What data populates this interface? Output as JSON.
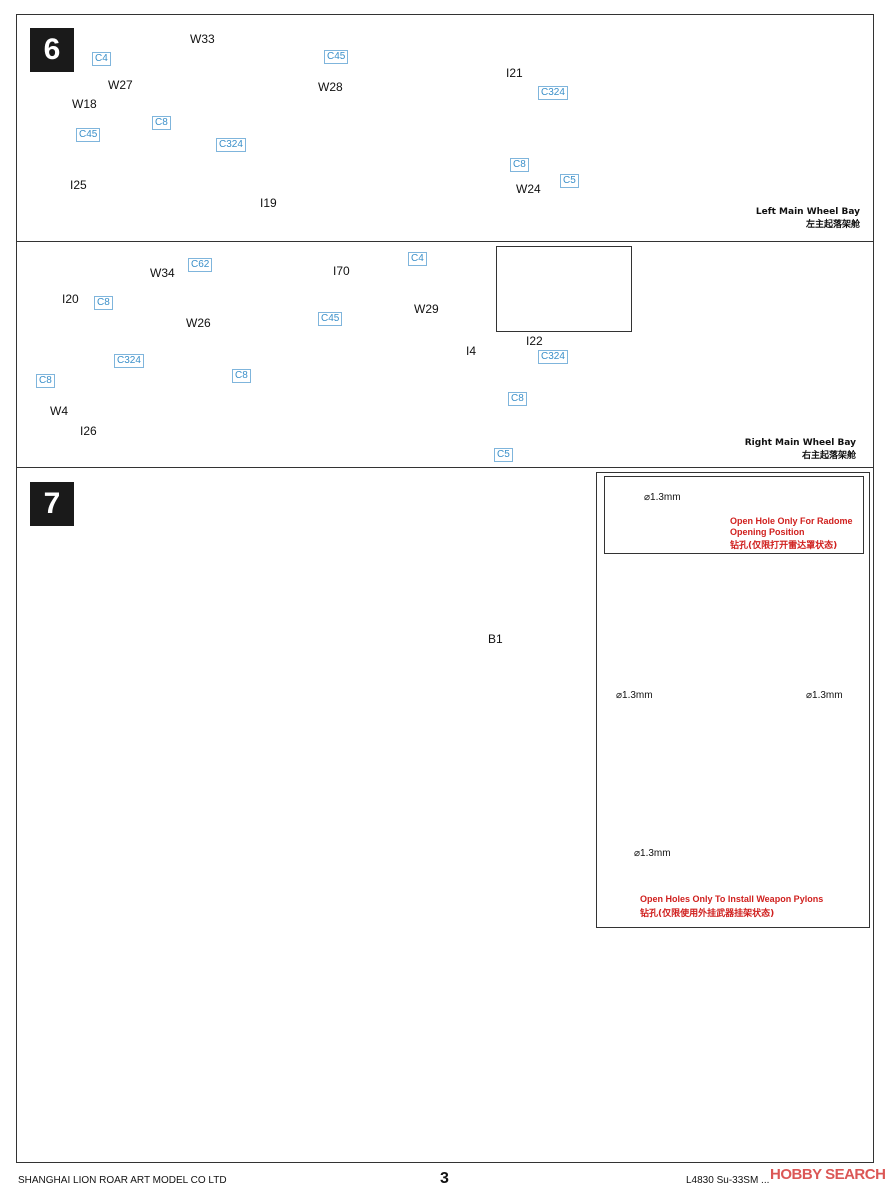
{
  "step6": {
    "number": "6",
    "left_bay": {
      "parts": {
        "w33": "W33",
        "w27": "W27",
        "w18": "W18",
        "i25": "I25",
        "i19": "I19"
      },
      "glue": {
        "c4": "C4",
        "c8": "C8",
        "c45": "C45",
        "c324": "C324"
      }
    },
    "middle_bay": {
      "parts": {
        "w28": "W28",
        "i21": "I21",
        "w24": "W24"
      },
      "glue": {
        "c45": "C45",
        "c324": "C324",
        "c8": "C8",
        "c5": "C5"
      }
    },
    "left_caption_en": "Left Main Wheel Bay",
    "left_caption_cn": "左主起落架舱",
    "right_assembly": {
      "parts": {
        "w34": "W34",
        "i20": "I20",
        "w26": "W26",
        "w4": "W4",
        "i26": "I26"
      },
      "glue": {
        "c62": "C62",
        "c8a": "C8",
        "c324": "C324",
        "c8b": "C8",
        "c8c": "C8"
      }
    },
    "right_middle": {
      "parts": {
        "i70": "I70",
        "w29": "W29",
        "i4": "I4",
        "i22": "I22"
      },
      "glue": {
        "c4": "C4",
        "c45": "C45",
        "c324": "C324",
        "c8": "C8",
        "c5": "C5"
      }
    },
    "right_caption_en": "Right Main Wheel Bay",
    "right_caption_cn": "右主起落架舱"
  },
  "step7": {
    "number": "7",
    "part_b1": "B1",
    "radome_note": {
      "diameter": "⌀1.3mm",
      "line1": "Open Hole Only For Radome",
      "line2": "Opening Position",
      "cn": "钻孔(仅限打开雷达罩状态)"
    },
    "pylon_note": {
      "d_left": "⌀1.3mm",
      "d_right": "⌀1.3mm",
      "d_bottom": "⌀1.3mm",
      "en": "Open Holes Only To Install Weapon Pylons",
      "cn": "钻孔(仅限使用外挂武器挂架状态)"
    }
  },
  "footer": {
    "company": "SHANGHAI LION ROAR ART MODEL CO LTD",
    "page": "3",
    "product": "L4830 Su-33SM ...",
    "watermark": "HOBBY SEARCH"
  },
  "colors": {
    "glue_label": "#3a8fc9",
    "accent_red": "#d0201e",
    "part_gray": "#c9c6cc"
  }
}
